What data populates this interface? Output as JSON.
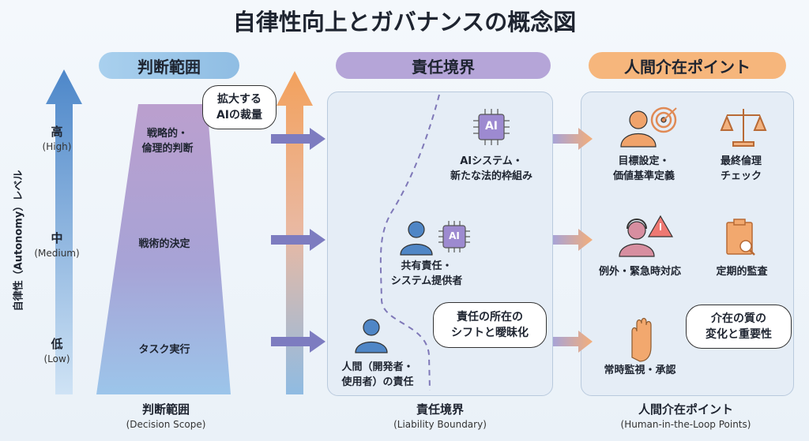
{
  "title": "自律性向上とガバナンスの概念図",
  "axis": {
    "label": "自律性（Autonomy）レベル",
    "levels": [
      {
        "label": "高",
        "sub": "(High)"
      },
      {
        "label": "中",
        "sub": "(Medium)"
      },
      {
        "label": "低",
        "sub": "(Low)"
      }
    ]
  },
  "headers": {
    "scope": "判断範囲",
    "liability": "責任境界",
    "hitl": "人間介在ポイント"
  },
  "scope": {
    "items": [
      "戦略的・\n倫理的判断",
      "戦術的決定",
      "タスク実行"
    ],
    "bubble": "拡大する\nAIの裁量"
  },
  "liability": {
    "ai": "AIシステム・\n新たな法的枠組み",
    "shared": "共有責任・\nシステム提供者",
    "human": "人間（開発者・\n使用者）の責任",
    "bubble": "責任の所在の\nシフトと曖昧化",
    "chip_label": "AI"
  },
  "hitl": {
    "goal": "目標設定・\n価値基準定義",
    "ethics": "最終倫理\nチェック",
    "exception": "例外・緊急時対応",
    "audit": "定期的監査",
    "monitor": "常時監視・承認",
    "bubble": "介在の質の\n変化と重要性"
  },
  "footer": [
    {
      "label": "判断範囲",
      "sub": "(Decision Scope)"
    },
    {
      "label": "責任境界",
      "sub": "(Liability Boundary)"
    },
    {
      "label": "人間介在ポイント",
      "sub": "(Human-in-the-Loop Points)"
    }
  ],
  "colors": {
    "blue": "#5b93d0",
    "purple": "#9a86c8",
    "orange": "#f2a462",
    "panel": "#e5edf6"
  }
}
